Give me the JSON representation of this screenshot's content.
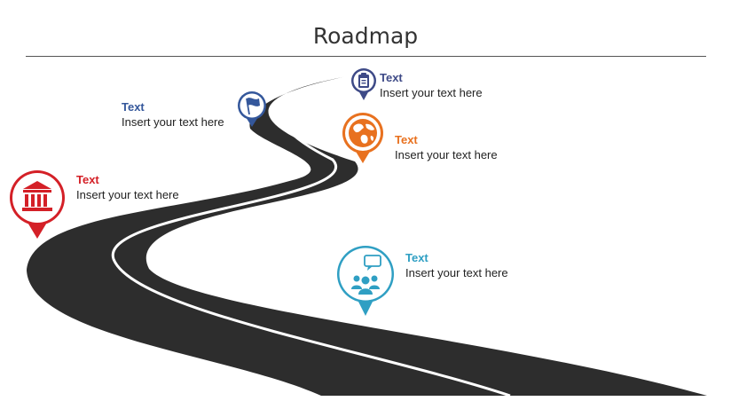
{
  "page": {
    "title": "Roadmap"
  },
  "milestones": [
    {
      "heading": "Text",
      "body": "Insert your text here",
      "color": "#d42027",
      "icon": "bank-icon"
    },
    {
      "heading": "Text",
      "body": "Insert your text here",
      "color": "#34579b",
      "icon": "flag-icon"
    },
    {
      "heading": "Text",
      "body": "Insert your text here",
      "color": "#3e4a87",
      "icon": "clipboard-icon"
    },
    {
      "heading": "Text",
      "body": "Insert your text here",
      "color": "#e8711f",
      "icon": "globe-icon"
    },
    {
      "heading": "Text",
      "body": "Insert your text here",
      "color": "#2f9fc3",
      "icon": "team-chat-icon"
    }
  ],
  "colors": {
    "road": "#2d2d2d",
    "lane_marking": "#ffffff",
    "title_text": "#333333"
  }
}
